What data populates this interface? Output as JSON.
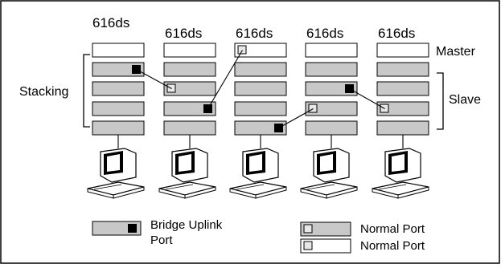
{
  "diagram": {
    "units": [
      {
        "title": "616ds",
        "cable_port": "stack_up",
        "master": false
      },
      {
        "title": "616ds",
        "cable_port": "stack_down",
        "master": false
      },
      {
        "title": "616ds",
        "cable_port": "uplink",
        "master": true
      },
      {
        "title": "616ds",
        "cable_port": "stack_down",
        "master": false
      },
      {
        "title": "616ds",
        "cable_port": "stack_down",
        "master": false
      }
    ],
    "labels": {
      "stacking": "Stacking",
      "master": "Master",
      "slave": "Slave"
    },
    "legend": {
      "bridge_uplink_port": "Bridge Uplink Port",
      "bridge_uplink_port_line1": "Bridge Uplink",
      "bridge_uplink_port_line2": "Port",
      "normal_port_gray": "Normal Port",
      "normal_port_white": "Normal Port"
    },
    "colors": {
      "panel_fill": "#c8c8c8",
      "master_fill": "#ffffff",
      "bridge_port": "#000000",
      "normal_port": "#e8e8e8",
      "stroke": "#000000"
    }
  }
}
